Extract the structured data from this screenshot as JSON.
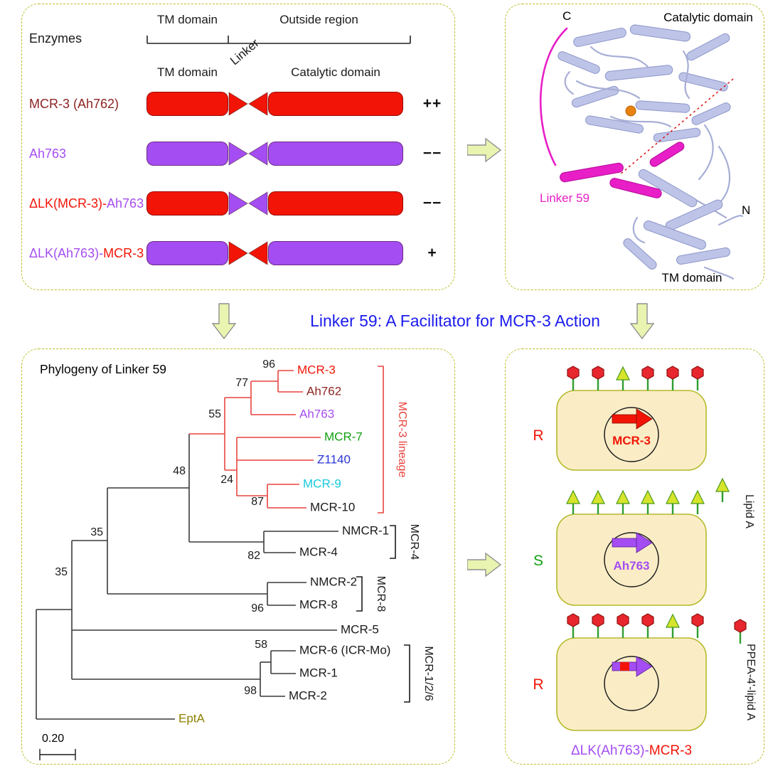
{
  "colors": {
    "title_blue": "#1b1bef",
    "mcr3_red": "#f21507",
    "ah763_purple": "#a44df2",
    "ah762_maroon": "#8e2323",
    "linker_magenta": "#e81fc6",
    "tree_red": "#e8443e",
    "mcr7_green": "#13a113",
    "z1140_blue": "#2a35d8",
    "mcr9_cyan": "#17c9dc",
    "epta_olive": "#8f8000",
    "black": "#1a1a1a",
    "panel_border": "#bcbf27",
    "arrow_fill": "#e9f4b0",
    "cell_fill": "#faedc6",
    "lipid_a_yellow": "#d7e42c",
    "ppea_red": "#e8262d",
    "stem_green": "#2f9e2f",
    "ribbon_lavender": "#bdc4e8",
    "metal_orange": "#e8820f"
  },
  "figure": {
    "center_title": "Linker 59: A Facilitator for MCR-3 Action"
  },
  "architecture": {
    "title": "Enzymes",
    "ruler_tm": "TM domain",
    "ruler_outside": "Outside region",
    "col_tm": "TM domain",
    "col_linker": "Linker",
    "col_catalytic": "Catalytic domain",
    "rows": [
      {
        "part1": "MCR-3 (Ah762)",
        "part1_color": "#8e2323",
        "part2": "",
        "part2_color": "",
        "tm": "#f21507",
        "linker": "#f21507",
        "cat": "#f21507",
        "activity": "++"
      },
      {
        "part1": "Ah763",
        "part1_color": "#a44df2",
        "part2": "",
        "part2_color": "",
        "tm": "#a44df2",
        "linker": "#a44df2",
        "cat": "#a44df2",
        "activity": "−−"
      },
      {
        "part1": "ΔLK(MCR-3)-",
        "part1_color": "#f21507",
        "part2": "Ah763",
        "part2_color": "#a44df2",
        "tm": "#f21507",
        "linker": "#a44df2",
        "cat": "#f21507",
        "activity": "−−"
      },
      {
        "part1": "ΔLK(Ah763)-",
        "part1_color": "#a44df2",
        "part2": "MCR-3",
        "part2_color": "#f21507",
        "tm": "#a44df2",
        "linker": "#f21507",
        "cat": "#a44df2",
        "activity": "+"
      }
    ]
  },
  "structure": {
    "c_terminus": "C",
    "n_terminus": "N",
    "catalytic_label": "Catalytic domain",
    "tm_label": "TM domain",
    "linker_label": "Linker 59"
  },
  "tree": {
    "title": "Phylogeny of Linker 59",
    "scale_label": "0.20",
    "taxa": [
      {
        "name": "MCR-3",
        "color": "#f21507"
      },
      {
        "name": "Ah762",
        "color": "#8e2323"
      },
      {
        "name": "Ah763",
        "color": "#a44df2"
      },
      {
        "name": "MCR-7",
        "color": "#13a113"
      },
      {
        "name": "Z1140",
        "color": "#2a35d8"
      },
      {
        "name": "MCR-9",
        "color": "#17c9dc"
      },
      {
        "name": "MCR-10",
        "color": "#1a1a1a"
      },
      {
        "name": "NMCR-1",
        "color": "#1a1a1a"
      },
      {
        "name": "MCR-4",
        "color": "#1a1a1a"
      },
      {
        "name": "NMCR-2",
        "color": "#1a1a1a"
      },
      {
        "name": "MCR-8",
        "color": "#1a1a1a"
      },
      {
        "name": "MCR-5",
        "color": "#1a1a1a"
      },
      {
        "name": "MCR-6 (ICR-Mo)",
        "color": "#1a1a1a"
      },
      {
        "name": "MCR-1",
        "color": "#1a1a1a"
      },
      {
        "name": "MCR-2",
        "color": "#1a1a1a"
      },
      {
        "name": "EptA",
        "color": "#8f8000"
      }
    ],
    "bootstraps": [
      "96",
      "77",
      "55",
      "48",
      "24",
      "87",
      "35",
      "82",
      "35",
      "96",
      "58",
      "98"
    ],
    "clades": [
      {
        "label": "MCR-3 lineage",
        "color": "#e8443e"
      },
      {
        "label": "MCR-4",
        "color": "#1a1a1a"
      },
      {
        "label": "MCR-8",
        "color": "#1a1a1a"
      },
      {
        "label": "MCR-1/2/6",
        "color": "#1a1a1a"
      }
    ]
  },
  "cells": {
    "phenotypes": [
      {
        "label": "R",
        "color": "#f21507"
      },
      {
        "label": "S",
        "color": "#13a113"
      },
      {
        "label": "R",
        "color": "#f21507"
      }
    ],
    "genes": [
      {
        "label": "MCR-3",
        "color": "#f21507"
      },
      {
        "label": "Ah763",
        "color": "#a44df2"
      },
      {
        "label": "",
        "color": "#1a1a1a"
      }
    ],
    "surface_patterns": [
      [
        "hex",
        "hex",
        "tri",
        "hex",
        "hex",
        "hex"
      ],
      [
        "tri",
        "tri",
        "tri",
        "tri",
        "tri",
        "tri"
      ],
      [
        "hex",
        "hex",
        "hex",
        "hex",
        "tri",
        "hex"
      ]
    ],
    "legend_lipid_a": "Lipid A",
    "legend_ppea": "PPEA-4'-lipid A",
    "bottom_part1": "ΔLK(Ah763)-",
    "bottom_part1_color": "#a44df2",
    "bottom_part2": "MCR-3",
    "bottom_part2_color": "#f21507"
  }
}
